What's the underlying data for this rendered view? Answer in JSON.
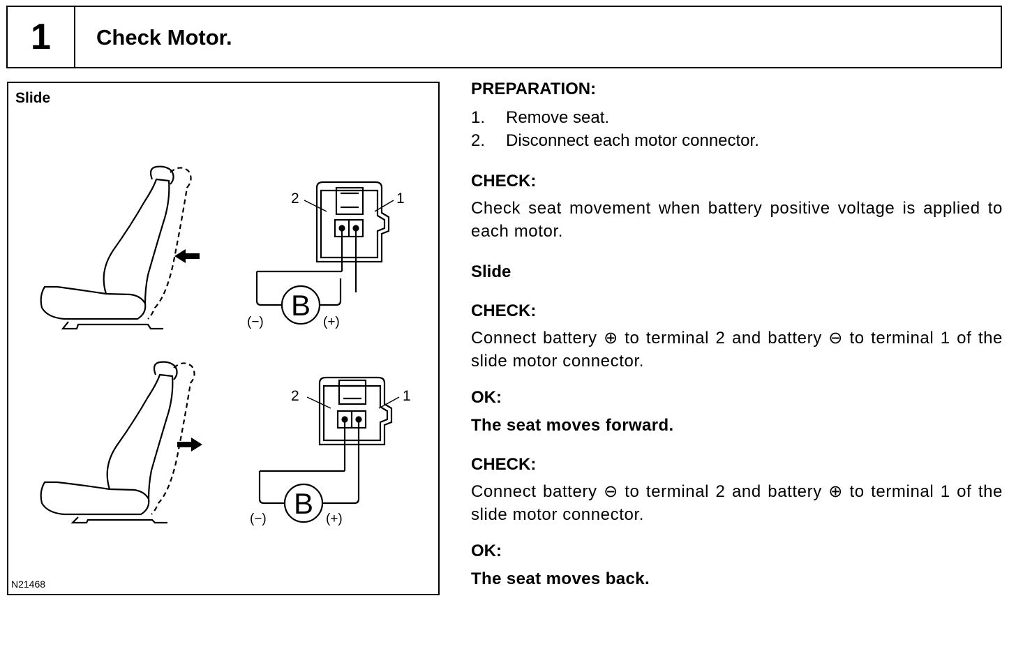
{
  "header": {
    "step": "1",
    "title": "Check Motor."
  },
  "figure": {
    "label": "Slide",
    "code": "N21468",
    "terminal_1": "1",
    "terminal_2": "2",
    "battery": "B",
    "neg": "(−)",
    "pos": "(+)"
  },
  "preparation": {
    "heading": "PREPARATION:",
    "steps": [
      {
        "num": "1.",
        "text": "Remove seat."
      },
      {
        "num": "2.",
        "text": "Disconnect each motor connector."
      }
    ]
  },
  "check_intro": {
    "heading": "CHECK:",
    "text": "Check seat movement when battery positive voltage is applied to each motor."
  },
  "slide_heading": "Slide",
  "check1": {
    "heading": "CHECK:",
    "text": "Connect battery ⊕ to terminal 2 and battery ⊖ to terminal 1 of the slide motor connector."
  },
  "ok1": {
    "heading": "OK:",
    "text": "The seat moves forward."
  },
  "check2": {
    "heading": "CHECK:",
    "text": "Connect battery ⊖ to terminal 2 and battery ⊕ to terminal 1 of the slide motor connector."
  },
  "ok2": {
    "heading": "OK:",
    "text": "The seat moves back."
  }
}
